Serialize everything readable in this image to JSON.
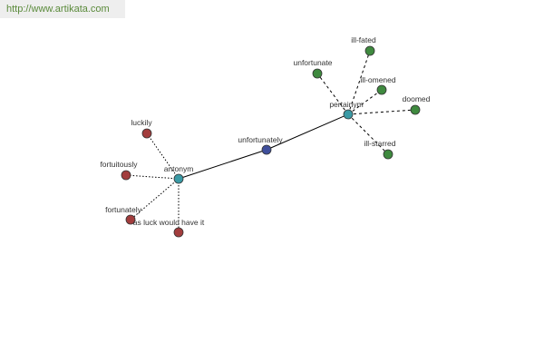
{
  "watermark": {
    "url_text": "http://www.artikata.com"
  },
  "graph": {
    "colors": {
      "center": "#3f4f9c",
      "hub": "#3a9aa5",
      "synonym": "#3f8a3f",
      "antonym": "#a23d3d"
    },
    "nodes": {
      "center": {
        "label": "unfortunately"
      },
      "pertainym": {
        "label": "pertainym"
      },
      "antonym": {
        "label": "antonym"
      },
      "ill_fated": {
        "label": "ill-fated"
      },
      "unfortunate": {
        "label": "unfortunate"
      },
      "ill_omened": {
        "label": "ill-omened"
      },
      "doomed": {
        "label": "doomed"
      },
      "ill_starred": {
        "label": "ill-starred"
      },
      "luckily": {
        "label": "luckily"
      },
      "fortuitously": {
        "label": "fortuitously"
      },
      "fortunately": {
        "label": "fortunately"
      },
      "as_luck": {
        "label": "as luck would have it"
      }
    }
  }
}
